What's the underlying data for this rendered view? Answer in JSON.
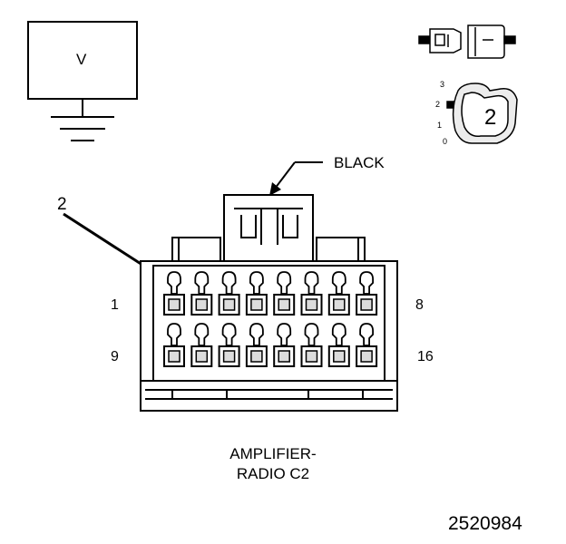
{
  "meter": {
    "symbol": "V"
  },
  "connector": {
    "color_label": "BLACK",
    "name_line1": "AMPLIFIER-",
    "name_line2": "RADIO C2",
    "pointer_number": "2",
    "pin_labels": {
      "top_left": "1",
      "top_right": "8",
      "bottom_left": "9",
      "bottom_right": "16"
    },
    "rows": 2,
    "cols": 8
  },
  "selector": {
    "positions": [
      "3",
      "2",
      "1",
      "0"
    ],
    "selected": "2"
  },
  "figure_number": "2520984",
  "colors": {
    "ink": "#000000",
    "paper": "#ffffff",
    "shade": "#dcdcdc"
  },
  "icons": [
    "voltmeter-icon",
    "ground-icon",
    "probe-icon",
    "selector-knob-icon",
    "pointer-arrow-icon"
  ]
}
